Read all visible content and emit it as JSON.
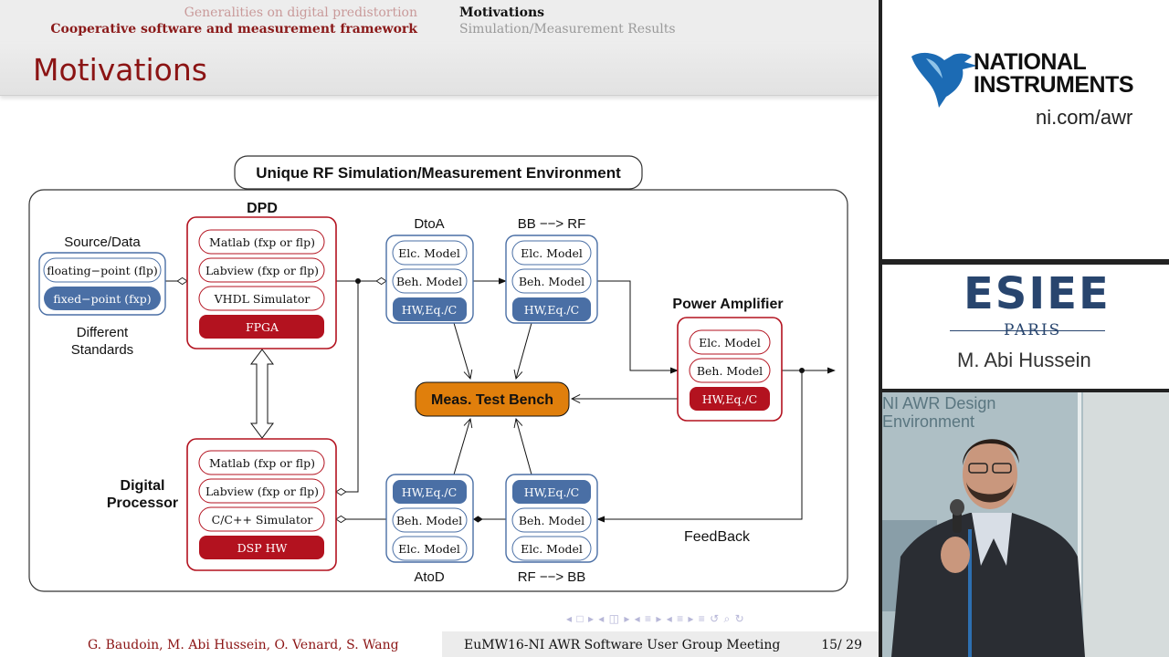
{
  "nav": {
    "section_prev": "Generalities on digital predistortion",
    "section_current": "Cooperative software and measurement framework",
    "subsection_current": "Motivations",
    "subsection_next": "Simulation/Measurement Results"
  },
  "frame_title": "Motivations",
  "diagram": {
    "env_title": "Unique RF Simulation/Measurement Environment",
    "source": {
      "title": "Source/Data",
      "options": [
        "floating−point (flp)",
        "fixed−point (fxp)"
      ],
      "caption": [
        "Different",
        "Standards"
      ]
    },
    "dpd": {
      "title": "DPD",
      "items": [
        "Matlab (fxp or flp)",
        "Labview (fxp or flp)",
        "VHDL Simulator",
        "FPGA"
      ]
    },
    "digital_processor": {
      "title": [
        "Digital",
        "Processor"
      ],
      "items": [
        "Matlab (fxp or flp)",
        "Labview (fxp or flp)",
        "C/C++ Simulator",
        "DSP HW"
      ]
    },
    "dtoa": {
      "title": "DtoA",
      "items": [
        "Elc. Model",
        "Beh. Model",
        "HW,Eq./C"
      ]
    },
    "bb_rf": {
      "title": "BB −−> RF",
      "items": [
        "Elc. Model",
        "Beh. Model",
        "HW,Eq./C"
      ]
    },
    "atod": {
      "title": "AtoD",
      "items": [
        "HW,Eq./C",
        "Beh. Model",
        "Elc. Model"
      ]
    },
    "rf_bb": {
      "title": "RF −−> BB",
      "items": [
        "HW,Eq./C",
        "Beh. Model",
        "Elc. Model"
      ]
    },
    "pa": {
      "title": "Power Amplifier",
      "items": [
        "Elc. Model",
        "Beh. Model",
        "HW,Eq./C"
      ]
    },
    "bench": "Meas. Test Bench",
    "feedback": "FeedBack"
  },
  "footer": {
    "authors": "G. Baudoin, M. Abi Hussein, O. Venard, S. Wang",
    "event": "EuMW16-NI AWR Software User Group Meeting",
    "page": "15/ 29"
  },
  "beamer_nav_symbols": "◂ □ ▸ ◂ ◫ ▸ ◂ ≡ ▸ ◂ ≡ ▸   ≡   ↺ ⌕ ↻",
  "sidebar": {
    "ni_name_line1": "NATIONAL",
    "ni_name_line2": "INSTRUMENTS",
    "ni_url": "ni.com/awr",
    "school_name": "ESIEE",
    "school_city": "PARIS",
    "speaker": "M. Abi Hussein",
    "banner_line1": "NI AWR Design",
    "banner_line2": "Environment"
  },
  "colors": {
    "accent_red": "#b3121f",
    "accent_blue": "#4a6fa5",
    "bench_orange": "#e07f0c",
    "title_red": "#8b1414"
  }
}
